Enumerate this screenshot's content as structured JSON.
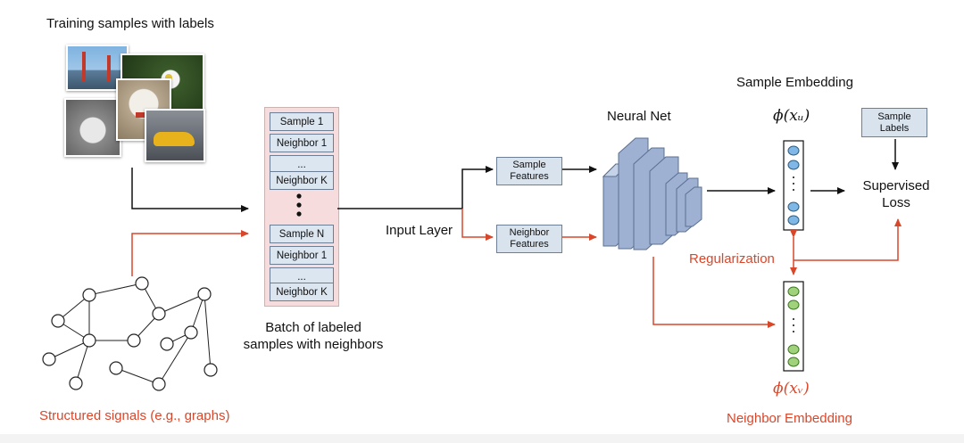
{
  "training": {
    "title": "Training samples with labels",
    "images": [
      "bridge-photo",
      "flower-photo",
      "cat-photo",
      "dog-photo",
      "car-photo"
    ]
  },
  "batch": {
    "cells_top": [
      "Sample 1",
      "Neighbor 1",
      "...",
      "Neighbor K"
    ],
    "cells_bottom": [
      "Sample N",
      "Neighbor 1",
      "...",
      "Neighbor K"
    ],
    "caption_line1": "Batch of labeled",
    "caption_line2": "samples with neighbors"
  },
  "graph": {
    "caption": "Structured signals (e.g., graphs)"
  },
  "input_layer": "Input Layer",
  "features": {
    "sample_line1": "Sample",
    "sample_line2": "Features",
    "neighbor_line1": "Neighbor",
    "neighbor_line2": "Features"
  },
  "neural_net": "Neural Net",
  "sample_embedding": {
    "title": "Sample Embedding",
    "symbol": "ϕ(xᵤ)"
  },
  "neighbor_embedding": {
    "title": "Neighbor Embedding",
    "symbol": "ϕ(xᵥ)"
  },
  "sample_labels": {
    "line1": "Sample",
    "line2": "Labels"
  },
  "supervised_loss": {
    "line1": "Supervised",
    "line2": "Loss"
  },
  "regularization": "Regularization",
  "colors": {
    "black_arrow": "#111111",
    "red_arrow": "#d9472b",
    "blue_node": "#7fb8e6",
    "green_node": "#9fd27a",
    "box_fill": "#d9e3ee"
  }
}
